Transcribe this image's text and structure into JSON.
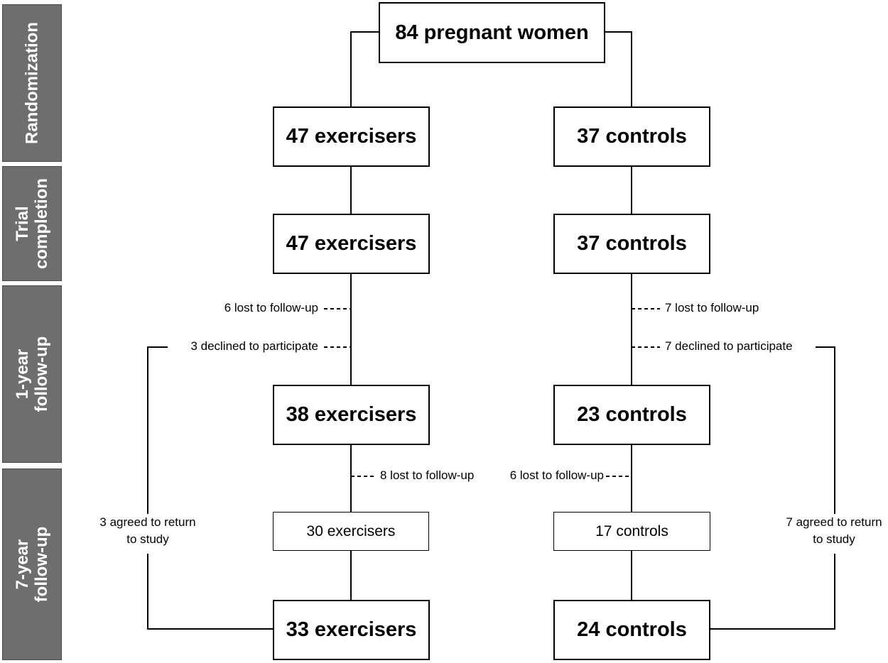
{
  "stages": [
    {
      "lines": [
        "Randomization"
      ]
    },
    {
      "lines": [
        "Trial",
        "completion"
      ]
    },
    {
      "lines": [
        "1-year",
        "follow-up"
      ]
    },
    {
      "lines": [
        "7-year",
        "follow-up"
      ]
    }
  ],
  "top": "84 pregnant women",
  "exercise": {
    "randomized": "47 exercisers",
    "completed": "47 exercisers",
    "lost_1y": "6 lost to follow-up",
    "declined_1y": "3 declined to participate",
    "one_year": "38 exercisers",
    "lost_7y": "8 lost to follow-up",
    "seven_year_sub": "30 exercisers",
    "returned_line1": "3 agreed to return",
    "returned_line2": "to study",
    "final": "33 exercisers"
  },
  "control": {
    "randomized": "37 controls",
    "completed": "37 controls",
    "lost_1y": "7 lost to follow-up",
    "declined_1y": "7 declined to participate",
    "one_year": "23 controls",
    "lost_7y": "6 lost to follow-up",
    "seven_year_sub": "17 controls",
    "returned_line1": "7 agreed to return",
    "returned_line2": "to study",
    "final": "24 controls"
  }
}
